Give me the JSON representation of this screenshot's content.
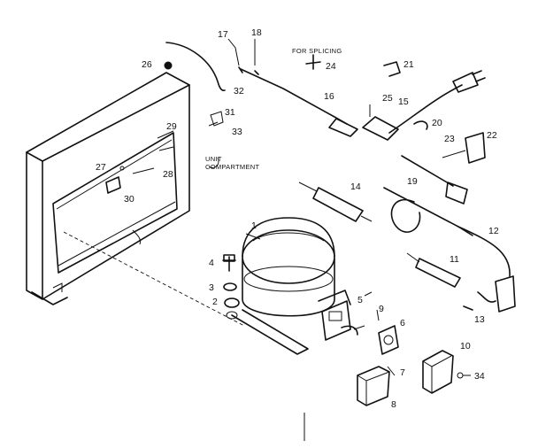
{
  "labels": {
    "for_splicing": "FOR SPLICING",
    "unit_compartment_line1": "UNIT",
    "unit_compartment_line2": "COMPARTMENT"
  },
  "callouts": {
    "p1": "1",
    "p2": "2",
    "p3": "3",
    "p4": "4",
    "p5": "5",
    "p6": "6",
    "p7": "7",
    "p8": "8",
    "p9": "9",
    "p10": "10",
    "p11": "11",
    "p12": "12",
    "p13": "13",
    "p14": "14",
    "p15": "15",
    "p16": "16",
    "p17": "17",
    "p18": "18",
    "p19": "19",
    "p20": "20",
    "p21": "21",
    "p22": "22",
    "p23": "23",
    "p24": "24",
    "p25": "25",
    "p26": "26",
    "p27": "27",
    "p28": "28",
    "p29": "29",
    "p30": "30",
    "p31": "31",
    "p32": "32",
    "p33": "33",
    "p34": "34"
  }
}
